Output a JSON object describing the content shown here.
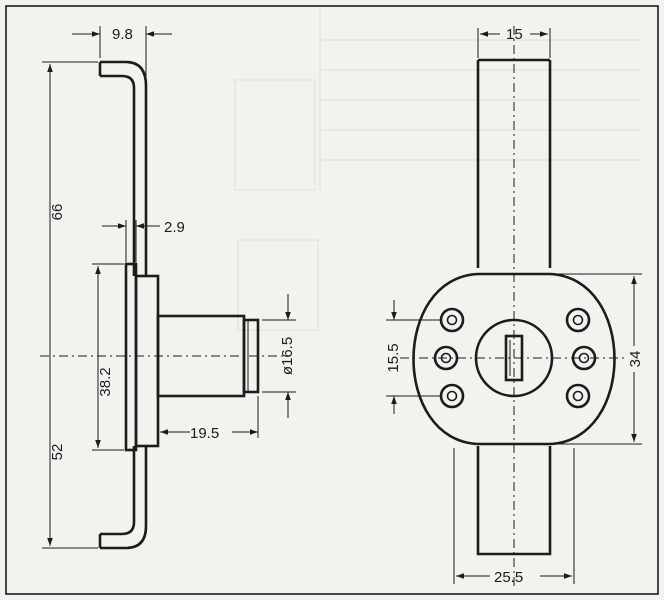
{
  "dimensions": {
    "top_width": "9.8",
    "height_upper": "66",
    "height_lower": "52",
    "plate_thickness": "2.9",
    "flange_height": "38.2",
    "shaft_length": "19.5",
    "shaft_diameter": "ø16.5",
    "bar_width_top": "15",
    "hole_spacing": "15.5",
    "body_height": "34",
    "bar_width_bottom": "25.5"
  },
  "colors": {
    "line": "#1c1c1c",
    "background": "#f4f2ee"
  }
}
